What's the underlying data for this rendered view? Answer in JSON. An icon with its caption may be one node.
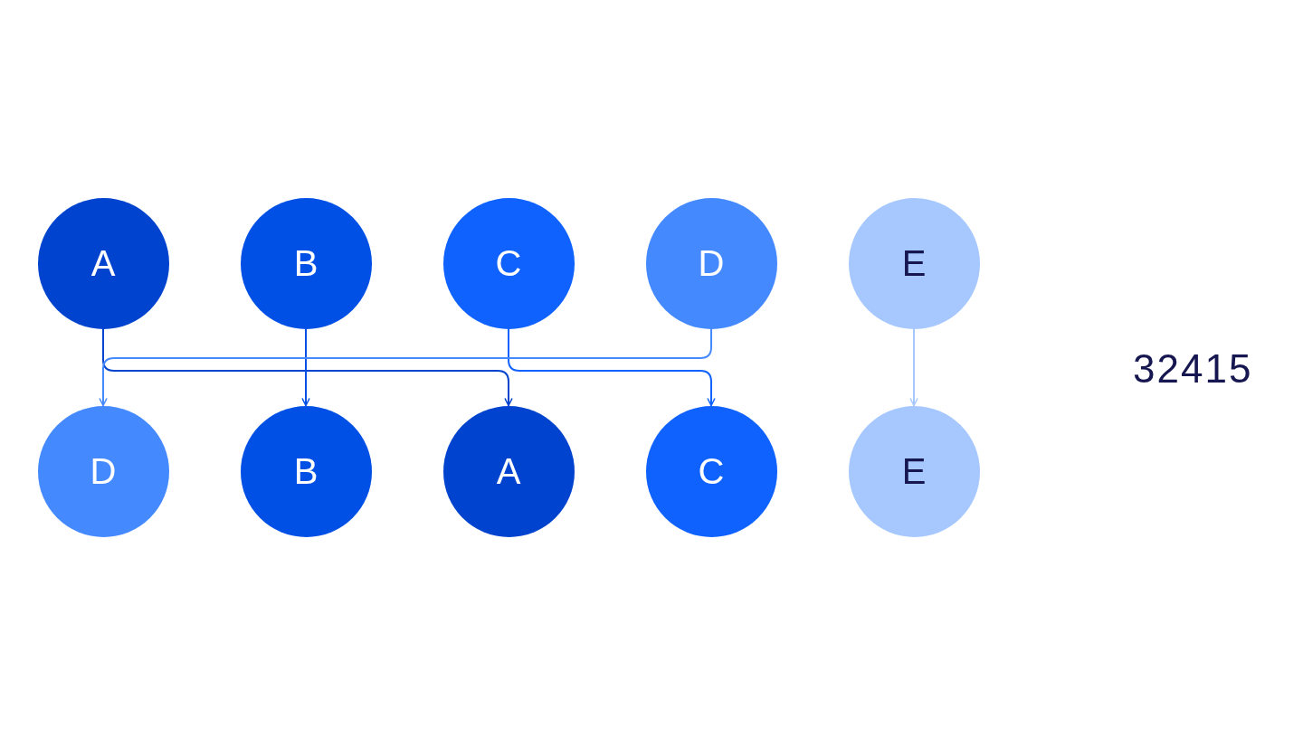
{
  "diagram": {
    "nodes": [
      {
        "text": [
          "A"
        ]
      },
      {
        "text": [
          "B"
        ]
      },
      {
        "text": [
          "C"
        ]
      },
      {
        "text": [
          "D"
        ]
      },
      {
        "text": [
          "E"
        ]
      },
      {
        "text": [
          "D"
        ]
      },
      {
        "text": [
          "B"
        ]
      },
      {
        "text": [
          "A"
        ]
      },
      {
        "text": [
          "C"
        ]
      },
      {
        "text": [
          "E"
        ]
      }
    ],
    "edges": [
      {
        "from": 0,
        "to": 7,
        "arrow": "to",
        "color": "#0043ce"
      },
      {
        "from": 1,
        "to": 6,
        "arrow": "to",
        "color": "#0050e6"
      },
      {
        "from": 2,
        "to": 8,
        "arrow": "to",
        "color": "#0f62fe"
      },
      {
        "from": 3,
        "to": 5,
        "arrow": "to",
        "color": "#4589ff"
      },
      {
        "from": 4,
        "to": 9,
        "arrow": "to",
        "color": "#a6c8ff"
      }
    ],
    "labels": [
      "32415"
    ]
  }
}
